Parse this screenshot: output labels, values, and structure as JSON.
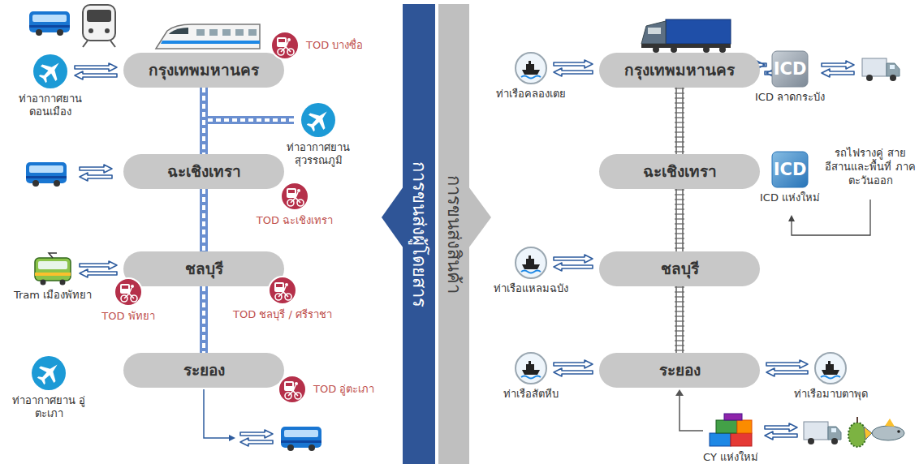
{
  "diagram": {
    "nodes": [
      {
        "text": [
          "การขนส่งผู้โดยสาร"
        ]
      },
      {
        "text": [
          "การขนส่งสินค้า"
        ]
      },
      {
        "text": [
          "กรุงเทพมหานคร"
        ]
      },
      {
        "text": [
          "ฉะเชิงเทรา"
        ]
      },
      {
        "text": [
          "ชลบุรี"
        ]
      },
      {
        "text": [
          "ระยอง"
        ]
      },
      {
        "text": [
          "ท่าอากาศยาน ดอนเมือง"
        ]
      },
      {
        "text": [
          "TOD บางซื่อ"
        ]
      },
      {
        "text": [
          "ท่าอากาศยาน สุวรรณภูมิ"
        ]
      },
      {
        "text": [
          "TOD ฉะเชิงเทรา"
        ]
      },
      {
        "text": [
          "Tram เมืองพัทยา"
        ]
      },
      {
        "text": [
          "TOD พัทยา"
        ]
      },
      {
        "text": [
          "TOD ชลบุรี / ศรีราชา"
        ]
      },
      {
        "text": [
          "ท่าอากาศยาน อู่ตะเภา"
        ]
      },
      {
        "text": [
          "TOD อู่ตะเภา"
        ]
      },
      {
        "text": [
          "กรุงเทพมหานคร"
        ]
      },
      {
        "text": [
          "ฉะเชิงเทรา"
        ]
      },
      {
        "text": [
          "ชลบุรี"
        ]
      },
      {
        "text": [
          "ระยอง"
        ]
      },
      {
        "text": [
          "ท่าเรือคลองเตย"
        ]
      },
      {
        "text": [
          "ICD",
          "ICD ลาดกระบัง"
        ]
      },
      {
        "text": [
          "ICD",
          "ICD แห่งใหม่"
        ]
      },
      {
        "text": [
          "ท่าเรือแหลมฉบัง"
        ]
      },
      {
        "text": [
          "ท่าเรือสัตหีบ"
        ]
      },
      {
        "text": [
          "ท่าเรือมาบตาพุด"
        ]
      },
      {
        "text": [
          "CY แห่งใหม่"
        ]
      }
    ],
    "edges": [
      {
        "from": 2,
        "to": 3,
        "arrow": "none"
      },
      {
        "from": 3,
        "to": 4,
        "arrow": "none"
      },
      {
        "from": 4,
        "to": 5,
        "arrow": "none"
      },
      {
        "from": 6,
        "to": 2,
        "arrow": "both"
      },
      {
        "from": 10,
        "to": 4,
        "arrow": "both"
      },
      {
        "from": 15,
        "to": 16,
        "arrow": "none"
      },
      {
        "from": 16,
        "to": 17,
        "arrow": "none"
      },
      {
        "from": 17,
        "to": 18,
        "arrow": "none"
      },
      {
        "from": 19,
        "to": 15,
        "arrow": "both"
      },
      {
        "from": 15,
        "to": 20,
        "arrow": "both"
      },
      {
        "from": 22,
        "to": 17,
        "arrow": "both"
      },
      {
        "from": 23,
        "to": 18,
        "arrow": "both"
      },
      {
        "from": 18,
        "to": 24,
        "arrow": "both"
      },
      {
        "from": 25,
        "to": 18,
        "arrow": "to"
      }
    ],
    "labels": [
      "รถไฟรางคู่ สายอีสานและพื้นที่ ภาคตะวันออก"
    ]
  }
}
